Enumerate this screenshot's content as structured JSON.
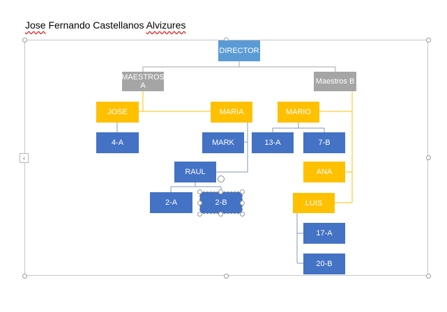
{
  "document": {
    "title_word1": "Jose",
    "title_mid": " Fernando Castellanos ",
    "title_word2": "Alvizures"
  },
  "chart": {
    "director": "DIRECTOR",
    "maestros_a": "MAESTROS A",
    "maestros_b": "Maestros B",
    "jose": "JOSE",
    "maria": "MARIA",
    "mario": "MARIO",
    "g4a": "4-A",
    "mark": "MARK",
    "g13b": "13-A",
    "g7b": "7-B",
    "raul": "RAUL",
    "ana": "ANA",
    "g2a": "2-A",
    "g2b": "2-B",
    "luis": "LUIS",
    "g17a": "17-A",
    "g20b": "20-B"
  },
  "colors": {
    "blue": "#4472c4",
    "light_blue": "#5b9bd5",
    "gray": "#a5a5a5",
    "gold": "#ffc000"
  }
}
